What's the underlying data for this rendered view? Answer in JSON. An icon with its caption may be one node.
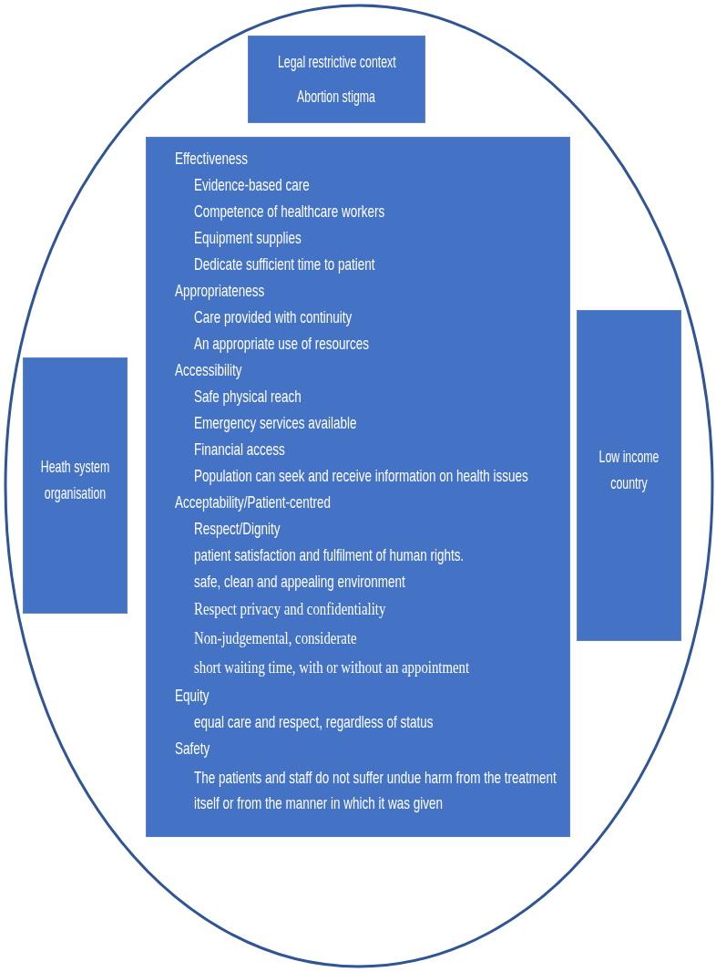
{
  "diagram": {
    "nodes": [
      {
        "text": [],
        "shape": "ellipse"
      },
      {
        "text": [
          "Legal restrictive context",
          "Abortion stigma"
        ],
        "in": 0
      },
      {
        "text": [
          "Heath system organisation"
        ],
        "in": 0
      },
      {
        "text": [
          "Effectiveness",
          "Evidence-based care",
          "Competence of healthcare workers",
          "Equipment supplies",
          "Dedicate sufficient time to patient",
          "Appropriateness",
          "Care provided with continuity",
          "An appropriate use of resources",
          "Accessibility",
          "Safe physical reach",
          "Emergency services available",
          "Financial access",
          "Population can seek and receive information on health issues",
          "Acceptability/Patient-centred",
          "Respect/Dignity",
          "patient satisfaction and fulfilment of human rights.",
          "safe, clean and appealing environment",
          "Respect privacy and confidentiality",
          "Non-judgemental, considerate",
          "short waiting time, with or without an appointment",
          "Equity",
          "equal care and respect, regardless of status",
          "Safety",
          "The patients and staff do not suffer undue harm from the treatment itself or from the manner in which it was given"
        ],
        "in": 0
      },
      {
        "text": [
          "Low income country"
        ],
        "in": 0
      }
    ]
  }
}
